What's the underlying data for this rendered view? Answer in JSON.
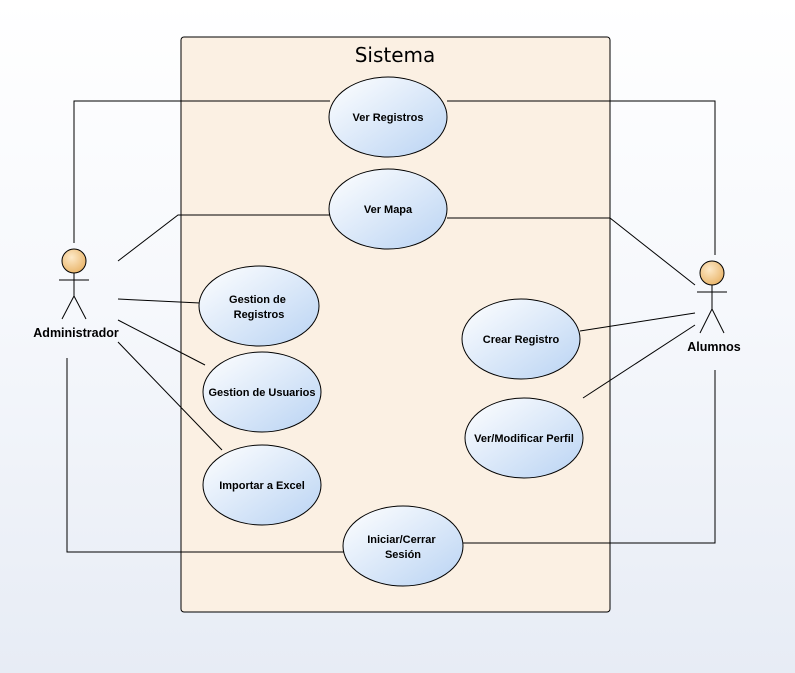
{
  "system": {
    "title": "Sistema"
  },
  "actors": {
    "admin": "Administrador",
    "alumnos": "Alumnos"
  },
  "use_cases": {
    "ver_registros": [
      "Ver Registros"
    ],
    "ver_mapa": [
      "Ver Mapa"
    ],
    "gestion_registros": [
      "Gestion de",
      "Registros"
    ],
    "gestion_usuarios": [
      "Gestion de Usuarios"
    ],
    "importar_excel": [
      "Importar a Excel"
    ],
    "crear_registro": [
      "Crear Registro"
    ],
    "ver_modificar_perfil": [
      "Ver/Modificar Perfil"
    ],
    "iniciar_cerrar_sesion": [
      "Iniciar/Cerrar",
      "Sesión"
    ]
  },
  "colors": {
    "system_fill": "#fbf0e3",
    "usecase_fill_light": "#ffffff",
    "usecase_fill_dark": "#bcd6f5",
    "actor_head": "#f5cf94",
    "line": "#000000"
  }
}
